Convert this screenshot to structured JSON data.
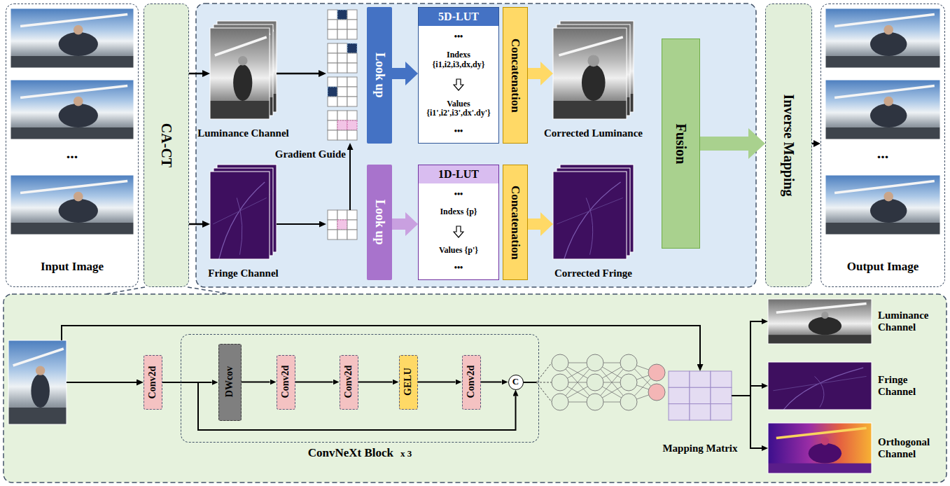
{
  "diagram": {
    "nodes": [
      {
        "text": [
          "Input Image"
        ]
      },
      {
        "text": [
          "CA-CT"
        ]
      },
      {
        "text": [
          "Luminance Channel"
        ]
      },
      {
        "text": [
          "Gradient Guide"
        ]
      },
      {
        "text": [
          "Look up"
        ]
      },
      {
        "text": [
          "5D-LUT",
          "•••",
          "Indexs {i1,i2,i3,dx,dy}",
          "Values {i1',i2',i3',dx'.dy'}",
          "•••"
        ]
      },
      {
        "text": [
          "Concatenation"
        ]
      },
      {
        "text": [
          "Corrected Luminance"
        ]
      },
      {
        "text": [
          "Fringe Channel"
        ]
      },
      {
        "text": [
          "Look up"
        ]
      },
      {
        "text": [
          "1D-LUT",
          "•••",
          "Indexs {p}",
          "Values {p'}",
          "•••"
        ]
      },
      {
        "text": [
          "Concatenation"
        ]
      },
      {
        "text": [
          "Corrected Fringe"
        ]
      },
      {
        "text": [
          "Fusion"
        ]
      },
      {
        "text": [
          "Inverse Mapping"
        ]
      },
      {
        "text": [
          "Output Image"
        ]
      },
      {
        "text": [
          "Conv2d"
        ]
      },
      {
        "text": [
          "ConvNeXt Block",
          "x 3"
        ]
      },
      {
        "text": [
          "DWcov"
        ],
        "in": 17
      },
      {
        "text": [
          "Conv2d"
        ],
        "in": 17
      },
      {
        "text": [
          "Conv2d"
        ],
        "in": 17
      },
      {
        "text": [
          "GELU"
        ],
        "in": 17
      },
      {
        "text": [
          "Conv2d"
        ],
        "in": 17
      },
      {
        "text": [
          "C"
        ],
        "in": 17
      },
      {
        "text": [
          "Mapping Matrix"
        ]
      },
      {
        "text": [
          "Luminance Channel"
        ]
      },
      {
        "text": [
          "Fringe Channel"
        ]
      },
      {
        "text": [
          "Orthogonal Channel"
        ]
      }
    ],
    "edges": [
      {
        "from": 1,
        "to": 2,
        "arrow": "to"
      },
      {
        "from": 1,
        "to": 8,
        "arrow": "to"
      },
      {
        "from": 2,
        "to": 3,
        "arrow": "to"
      },
      {
        "from": 4,
        "to": 5,
        "arrow": "to"
      },
      {
        "from": 6,
        "to": 7,
        "arrow": "to"
      },
      {
        "from": 9,
        "to": 10,
        "arrow": "to"
      },
      {
        "from": 11,
        "to": 12,
        "arrow": "to"
      },
      {
        "from": 13,
        "to": 14,
        "arrow": "to"
      },
      {
        "from": 14,
        "to": 15,
        "arrow": "to"
      },
      {
        "from": 16,
        "to": 18,
        "arrow": "to"
      },
      {
        "from": 18,
        "to": 19,
        "arrow": "to"
      },
      {
        "from": 19,
        "to": 20,
        "arrow": "to"
      },
      {
        "from": 20,
        "to": 21,
        "arrow": "to"
      },
      {
        "from": 21,
        "to": 22,
        "arrow": "to"
      },
      {
        "from": 22,
        "to": 23,
        "arrow": "to"
      },
      {
        "from": 16,
        "to": 23,
        "arrow": "to"
      },
      {
        "from": 24,
        "to": 25,
        "arrow": "to"
      },
      {
        "from": 24,
        "to": 26,
        "arrow": "to"
      },
      {
        "from": 24,
        "to": 27,
        "arrow": "to"
      }
    ],
    "labels": [
      "...",
      "..."
    ]
  }
}
